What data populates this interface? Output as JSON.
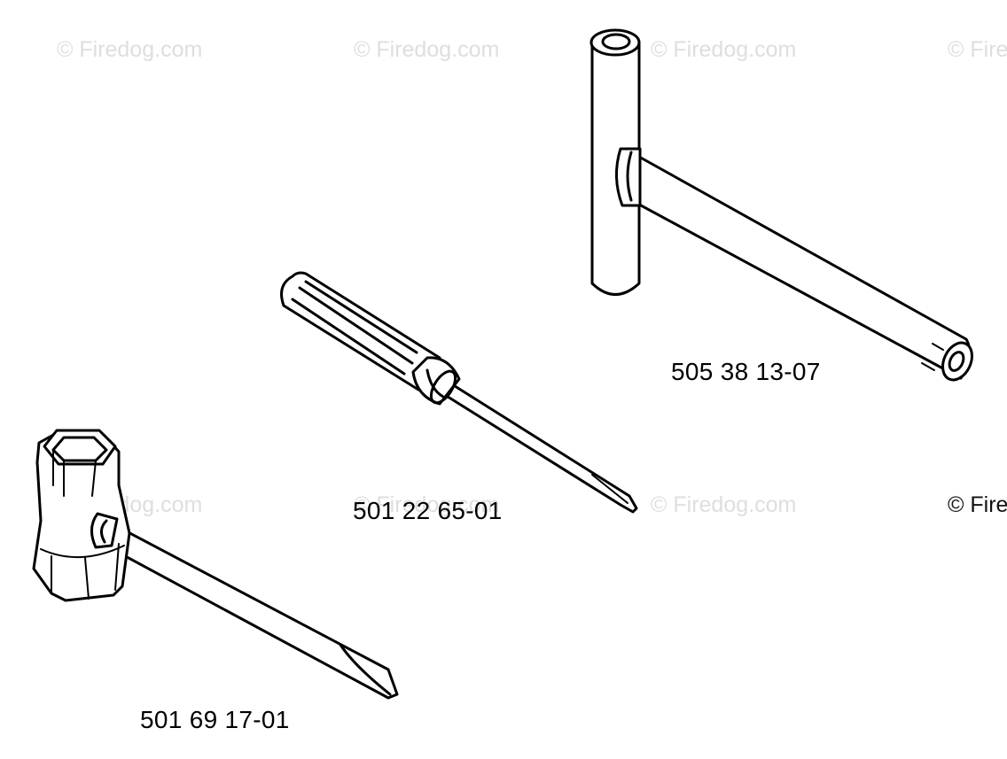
{
  "watermark": {
    "text": "© Firedog.com",
    "text_cut": "© Fire"
  },
  "parts": [
    {
      "number": "505 38 13-07",
      "tool": "T-handle socket wrench"
    },
    {
      "number": "501 22 65-01",
      "tool": "screwdriver"
    },
    {
      "number": "501 69 17-01",
      "tool": "combination spark plug wrench"
    }
  ],
  "colors": {
    "line": "#000000",
    "background": "#ffffff",
    "watermark": "#dedede"
  }
}
